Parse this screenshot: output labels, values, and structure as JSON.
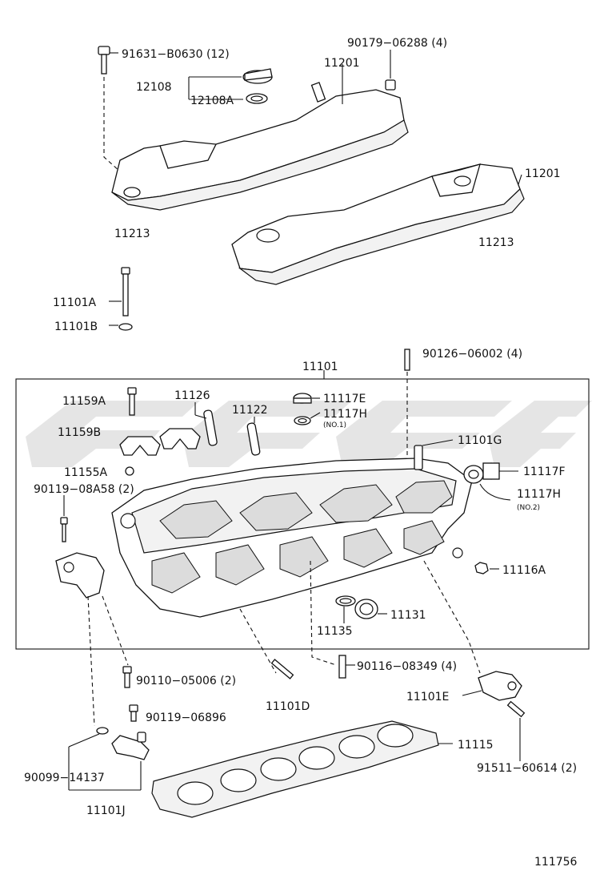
{
  "diagram_id": "111756",
  "labels": {
    "b91631": "91631−B0630 (12)",
    "b90179": "90179−06288 (4)",
    "cover1": "11201",
    "cover2": "11201",
    "cap": "12108",
    "capgasket": "12108A",
    "gasket1": "11213",
    "gasket2": "11213",
    "bolt11101a": "11101A",
    "washer11101b": "11101B",
    "b90126": "90126−06002 (4)",
    "head": "11101",
    "b11159a": "11159A",
    "cap11159b": "11159B",
    "nut11155a": "11155A",
    "b90119a": "90119−08A58 (2)",
    "guide11126": "11126",
    "guide11122": "11122",
    "plug11117e": "11117E",
    "plug11117h1": "11117H",
    "no1": "(NO.1)",
    "pin11101g": "11101G",
    "plug11117f": "11117F",
    "plug11117h2": "11117H",
    "no2": "(NO.2)",
    "nut11116a": "11116A",
    "ring11135": "11135",
    "seal11131": "11131",
    "b90110": "90110−05006 (2)",
    "b90116": "90116−08349 (4)",
    "stud11101d": "11101D",
    "sensor11101e": "11101E",
    "b90119b": "90119−06896",
    "gasket11115": "11115",
    "ring90099": "90099−14137",
    "valve11101j": "11101J",
    "b91511": "91511−60614 (2)"
  }
}
